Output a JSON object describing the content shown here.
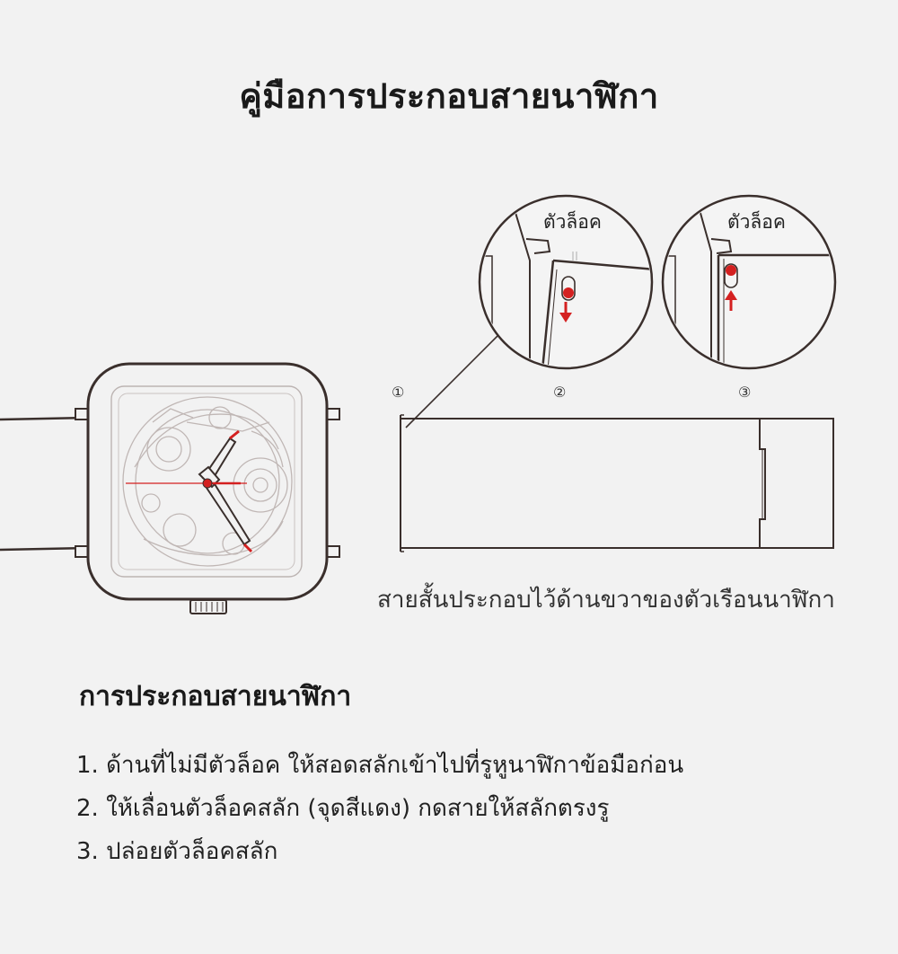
{
  "page_title": "คู่มือการประกอบสายนาฬิกา",
  "callouts": {
    "lock_label_step2": "ตัวล็อค",
    "lock_label_step3": "ตัวล็อค"
  },
  "markers": [
    "①",
    "②",
    "③"
  ],
  "caption": "สายสั้นประกอบไว้ด้านขวาของตัวเรือนนาฬิกา",
  "section_heading": "การประกอบสายนาฬิกา",
  "steps": [
    "1. ด้านที่ไม่มีตัวล็อค ให้สอดสลักเข้าไปที่รูหูนาฬิกาข้อมือก่อน",
    "2. ให้เลื่อนตัวล็อคสลัก (จุดสีแดง) กดสายให้สลักตรงรู",
    "3. ปล่อยตัวล็อคสลัก"
  ],
  "colors": {
    "background": "#f2f2f2",
    "line": "#3a2f2c",
    "accent": "#d42020"
  },
  "icons": {
    "arrow_down": "red-arrow-down-icon",
    "arrow_up": "red-arrow-up-icon"
  }
}
